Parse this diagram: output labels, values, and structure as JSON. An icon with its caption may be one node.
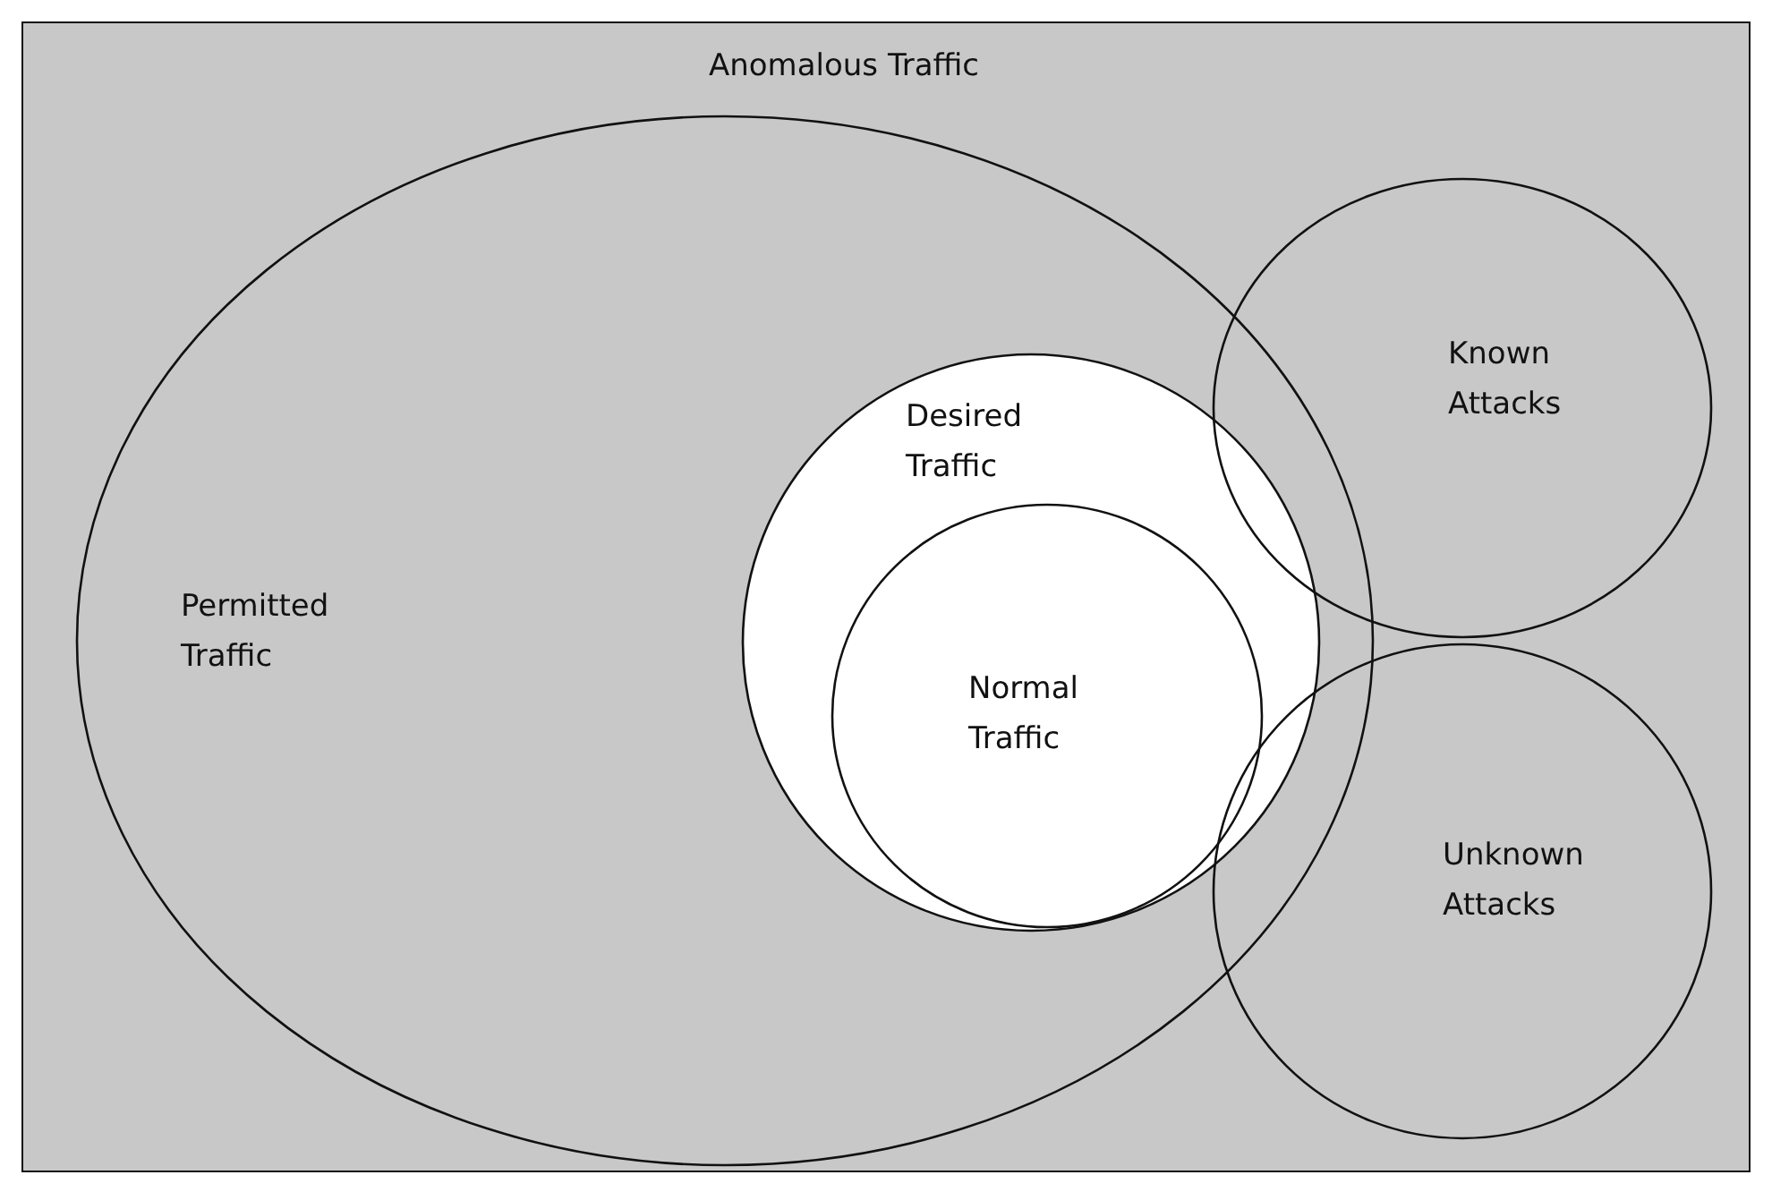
{
  "diagram": {
    "nodes": [
      {
        "text": [
          "Anomalous Traffic"
        ]
      },
      {
        "text": [
          "Permitted Traffic"
        ],
        "in": 0
      },
      {
        "text": [
          "Desired Traffic"
        ],
        "in": 1
      },
      {
        "text": [
          "Normal Traffic"
        ],
        "in": 2
      },
      {
        "text": [
          "Known Attacks"
        ],
        "in": 0
      },
      {
        "text": [
          "Unknown Attacks"
        ],
        "in": 0
      }
    ]
  }
}
